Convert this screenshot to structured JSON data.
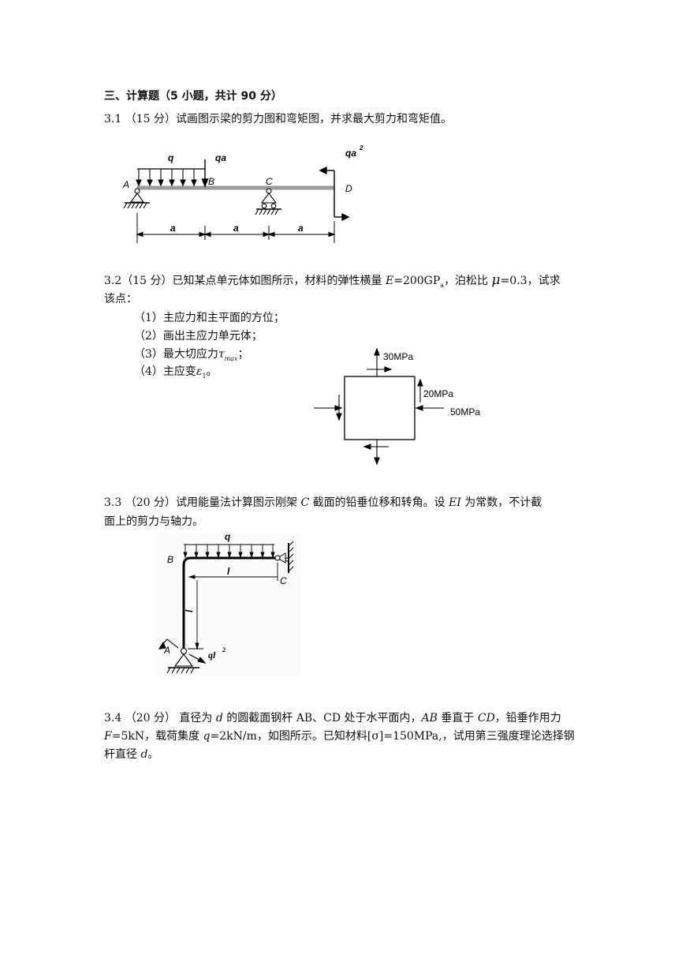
{
  "section_title": "三、计算题（5 小题，共计 90 分）",
  "problems": {
    "p1": {
      "text": "3.1 （15 分）试画图示梁的剪力图和弯矩图，并求最大剪力和弯矩值。",
      "labels": {
        "q": "q",
        "qa": "qa",
        "qa2": "qa",
        "sup2": "2",
        "A": "A",
        "B": "B",
        "C": "C",
        "D": "D",
        "a1": "a",
        "a2": "a",
        "a3": "a"
      }
    },
    "p2": {
      "line1_a": "3.2（15 分）已知某点单元体如图所示，材料的弹性横量 ",
      "E_sym": "E",
      "line1_b": "=200GP",
      "sub_a": "a",
      "line1_c": "，泊松比 ",
      "mu_sym": "μ",
      "line1_d": "=0.3，试求",
      "line2": "该点：",
      "items": [
        "（1）主应力和主平面的方位；",
        "（2）画出主应力单元体；",
        "（3）最大切应力",
        "（4）主应变"
      ],
      "tau_sym": "τ",
      "tau_sub": "max",
      "tau_end": "；",
      "eps_sym": "ε",
      "eps_sub": "1",
      "eps_end": "。",
      "labels": {
        "s30": "30MPa",
        "s20": "20MPa",
        "s50": "50MPa"
      }
    },
    "p3": {
      "line1_a": "3.3 （20 分）试用能量法计算图示刚架 ",
      "C_sym": "C",
      "line1_b": " 截面的铅垂位移和转角。设 ",
      "EI_sym": "EI",
      "line1_c": " 为常数，不计截",
      "line2": "面上的剪力与轴力。",
      "labels": {
        "q": "q",
        "B": "B",
        "C": "C",
        "l1": "l",
        "l2": "l",
        "A": "A",
        "ql": "ql",
        "sup2": "2"
      }
    },
    "p4": {
      "line1_a": "3.4 （20 分） 直径为 ",
      "d_sym": "d",
      "line1_b": " 的圆截面钢杆 AB、CD 处于水平面内，",
      "AB_sym": "AB",
      "line1_c": " 垂直于 ",
      "CD_sym": "CD",
      "line1_d": "，铅垂作用力",
      "F_sym": "F",
      "line2_a": "=5kN，载荷集度 ",
      "q_sym": "q",
      "line2_b": "=2kN/m，如图所示。已知材料[σ]=150MPa,，试用第三强度理论选择钢",
      "line3_a": "杆直径 ",
      "d2_sym": "d",
      "line3_b": "。"
    }
  }
}
